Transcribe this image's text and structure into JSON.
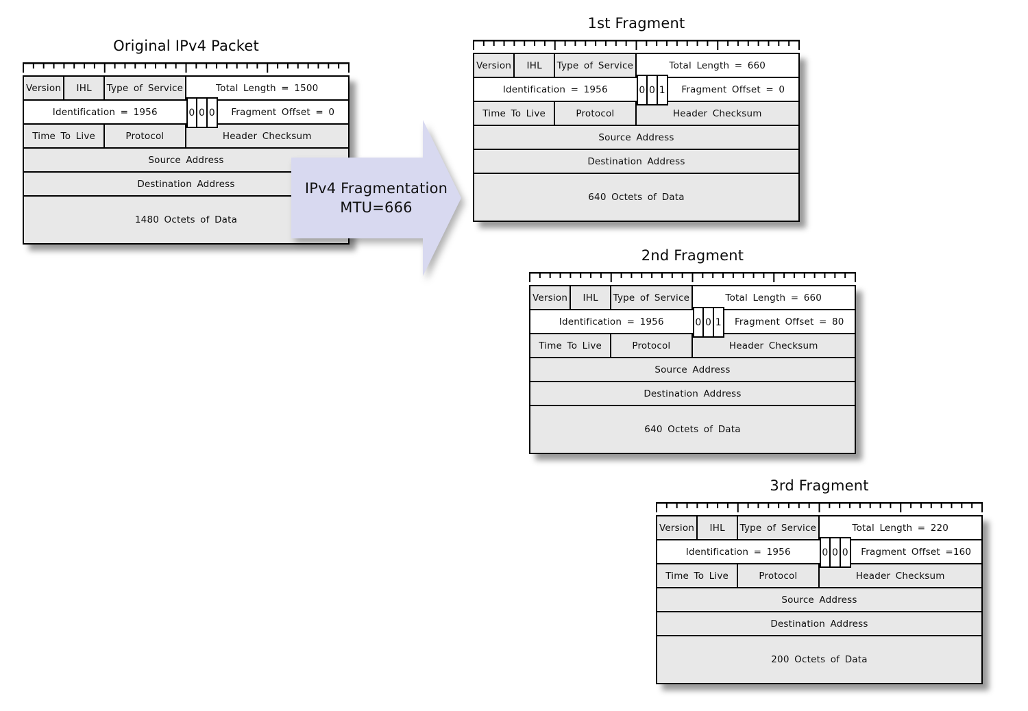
{
  "diagram": {
    "colors": {
      "cell_shaded": "#e8e8e8",
      "cell_white": "#ffffff",
      "border": "#000000",
      "arrow_fill": "#d8d9f0"
    },
    "arrow": {
      "label_line1": "IPv4 Fragmentation",
      "label_line2": "MTU=666"
    },
    "packets": [
      {
        "title": "Original IPv4 Packet",
        "version": "Version",
        "ihl": "IHL",
        "tos": "Type of Service",
        "total_length": "Total Length = 1500",
        "identification": "Identification = 1956",
        "flags": [
          "0",
          "0",
          "0"
        ],
        "fragment_offset": "Fragment Offset = 0",
        "ttl": "Time To Live",
        "protocol": "Protocol",
        "checksum": "Header Checksum",
        "source": "Source Address",
        "destination": "Destination Address",
        "data": "1480 Octets of Data"
      },
      {
        "title": "1st Fragment",
        "version": "Version",
        "ihl": "IHL",
        "tos": "Type of Service",
        "total_length": "Total Length = 660",
        "identification": "Identification = 1956",
        "flags": [
          "0",
          "0",
          "1"
        ],
        "fragment_offset": "Fragment Offset = 0",
        "ttl": "Time To Live",
        "protocol": "Protocol",
        "checksum": "Header Checksum",
        "source": "Source Address",
        "destination": "Destination Address",
        "data": "640 Octets of Data"
      },
      {
        "title": "2nd Fragment",
        "version": "Version",
        "ihl": "IHL",
        "tos": "Type of Service",
        "total_length": "Total Length = 660",
        "identification": "Identification = 1956",
        "flags": [
          "0",
          "0",
          "1"
        ],
        "fragment_offset": "Fragment Offset = 80",
        "ttl": "Time To Live",
        "protocol": "Protocol",
        "checksum": "Header Checksum",
        "source": "Source Address",
        "destination": "Destination Address",
        "data": "640 Octets of Data"
      },
      {
        "title": "3rd Fragment",
        "version": "Version",
        "ihl": "IHL",
        "tos": "Type of Service",
        "total_length": "Total Length = 220",
        "identification": "Identification = 1956",
        "flags": [
          "0",
          "0",
          "0"
        ],
        "fragment_offset": "Fragment Offset =160",
        "ttl": "Time To Live",
        "protocol": "Protocol",
        "checksum": "Header Checksum",
        "source": "Source Address",
        "destination": "Destination Address",
        "data": "200 Octets of Data"
      }
    ]
  }
}
